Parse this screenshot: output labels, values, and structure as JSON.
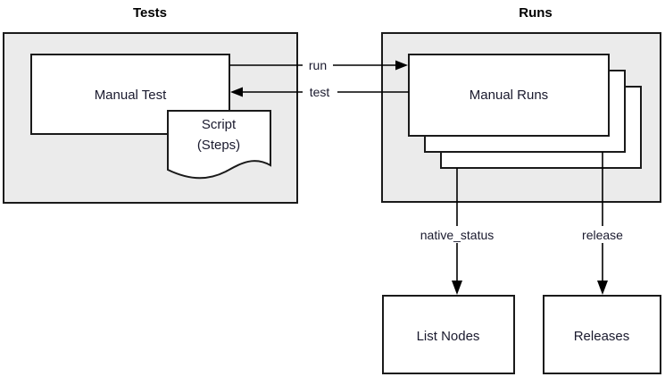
{
  "diagram": {
    "title_groups": [
      {
        "id": "tests",
        "label": "Tests"
      },
      {
        "id": "runs",
        "label": "Runs"
      }
    ],
    "nodes": {
      "manual_test": "Manual Test",
      "script": "Script\n(Steps)",
      "script_line1": "Script",
      "script_line2": "(Steps)",
      "manual_runs": "Manual Runs",
      "list_nodes": "List Nodes",
      "releases": "Releases"
    },
    "edges": [
      {
        "id": "run",
        "label": "run",
        "from": "manual_test",
        "to": "manual_runs",
        "direction": "right"
      },
      {
        "id": "test",
        "label": "test",
        "from": "manual_runs",
        "to": "manual_test",
        "direction": "left"
      },
      {
        "id": "native_status",
        "label": "native_status",
        "from": "manual_runs",
        "to": "list_nodes",
        "direction": "down"
      },
      {
        "id": "release",
        "label": "release",
        "from": "manual_runs",
        "to": "releases",
        "direction": "down"
      }
    ],
    "colors": {
      "container_fill": "#ebebeb",
      "node_fill": "#ffffff",
      "stroke": "#1a1a1a",
      "text": "#1a1a2e",
      "background": "#ffffff"
    }
  }
}
